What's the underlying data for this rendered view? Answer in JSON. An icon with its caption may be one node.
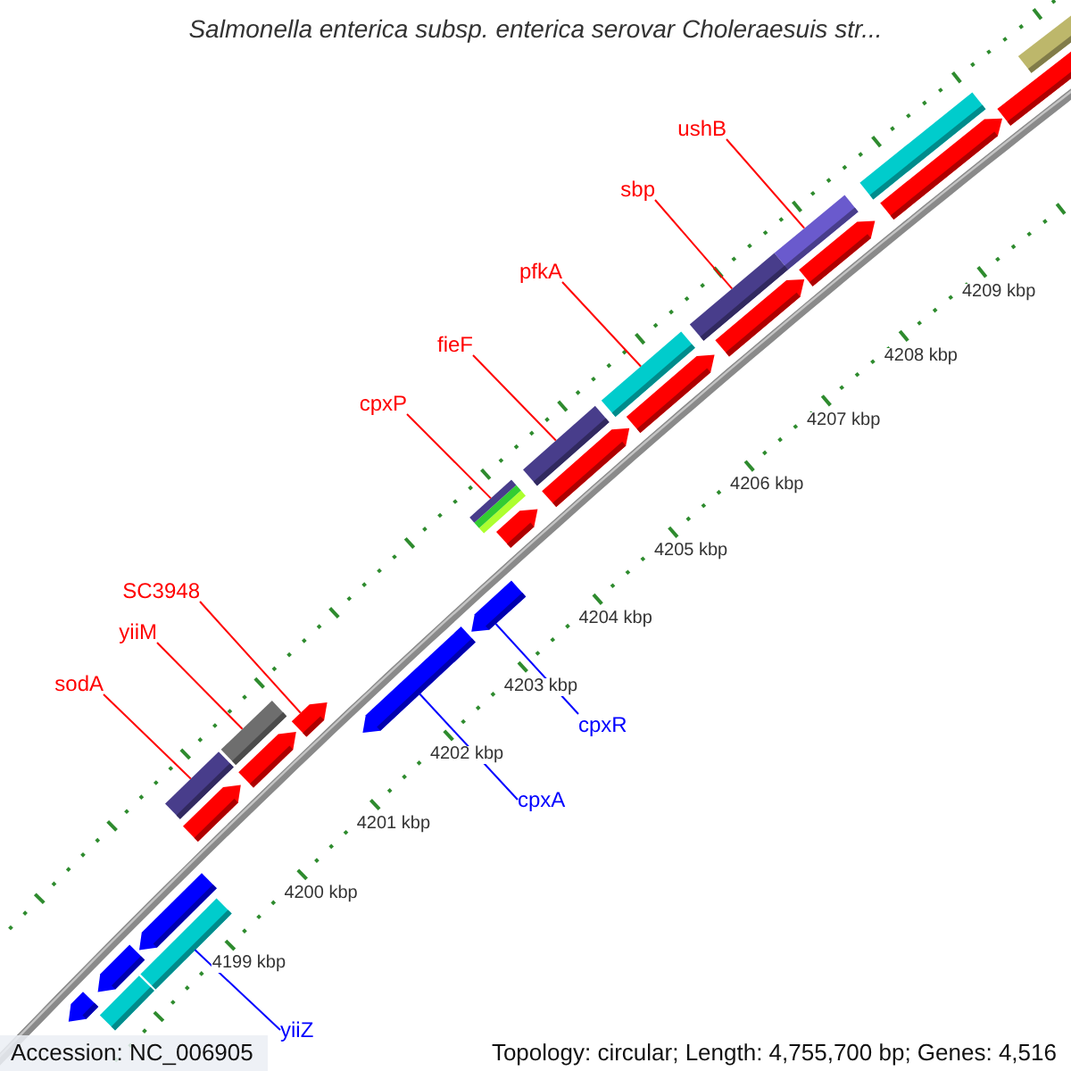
{
  "diagram": {
    "title": "Salmonella enterica subsp. enterica serovar Choleraesuis str...",
    "nodes": [
      {
        "text": [
          "ushB"
        ]
      },
      {
        "text": [
          "sbp"
        ]
      },
      {
        "text": [
          "pfkA"
        ]
      },
      {
        "text": [
          "fieF"
        ]
      },
      {
        "text": [
          "cpxP"
        ]
      },
      {
        "text": [
          "SC3948"
        ]
      },
      {
        "text": [
          "yiiM"
        ]
      },
      {
        "text": [
          "sodA"
        ]
      },
      {
        "text": [
          "cpxR"
        ]
      },
      {
        "text": [
          "cpxA"
        ]
      },
      {
        "text": [
          "yiiZ"
        ]
      },
      {
        "text": [],
        "shape": "bar"
      },
      {
        "text": [],
        "shape": "bar"
      },
      {
        "text": [],
        "shape": "bar"
      },
      {
        "text": [],
        "shape": "bar"
      },
      {
        "text": [],
        "shape": "bar"
      },
      {
        "text": [],
        "shape": "arrow"
      },
      {
        "text": [],
        "shape": "bar"
      },
      {
        "text": [],
        "shape": "bar"
      },
      {
        "text": [],
        "shape": "arrow"
      },
      {
        "text": [],
        "shape": "arrow"
      },
      {
        "text": [],
        "shape": "bar"
      },
      {
        "text": [],
        "shape": "bar"
      },
      {
        "text": [],
        "shape": "arrow"
      },
      {
        "text": [],
        "shape": "bar"
      },
      {
        "text": [],
        "shape": "arrow"
      },
      {
        "text": [],
        "shape": "arrow"
      },
      {
        "text": [],
        "shape": "arrow"
      },
      {
        "text": [],
        "shape": "arrow"
      },
      {
        "text": [],
        "shape": "arrow"
      },
      {
        "text": [],
        "shape": "arrow"
      },
      {
        "text": [],
        "shape": "arrow"
      },
      {
        "text": [],
        "shape": "arrow"
      },
      {
        "text": [],
        "shape": "arrow"
      },
      {
        "text": [],
        "shape": "arrow"
      },
      {
        "text": [],
        "shape": "bar"
      },
      {
        "text": [],
        "shape": "arrow"
      }
    ],
    "edges": [
      {
        "from": 0,
        "to": 11,
        "arrow": "none"
      },
      {
        "from": 1,
        "to": 12,
        "arrow": "none"
      },
      {
        "from": 2,
        "to": 13,
        "arrow": "none"
      },
      {
        "from": 3,
        "to": 14,
        "arrow": "none"
      },
      {
        "from": 4,
        "to": 15,
        "arrow": "none"
      },
      {
        "from": 5,
        "to": 16,
        "arrow": "none"
      },
      {
        "from": 6,
        "to": 17,
        "arrow": "none"
      },
      {
        "from": 7,
        "to": 18,
        "arrow": "none"
      },
      {
        "from": 8,
        "to": 19,
        "arrow": "none",
        "color": "#0000ff"
      },
      {
        "from": 9,
        "to": 20,
        "arrow": "none",
        "color": "#0000ff"
      },
      {
        "from": 10,
        "to": 21,
        "arrow": "none",
        "color": "#0000ff"
      }
    ],
    "labels": [
      "4209 kbp",
      "4208 kbp",
      "4207 kbp",
      "4206 kbp",
      "4205 kbp",
      "4204 kbp",
      "4203 kbp",
      "4202 kbp",
      "4201 kbp",
      "4200 kbp",
      "4199 kbp",
      "Accession: NC_006905",
      "Topology: circular; Length: 4,755,700 bp; Genes: 4,516"
    ]
  }
}
